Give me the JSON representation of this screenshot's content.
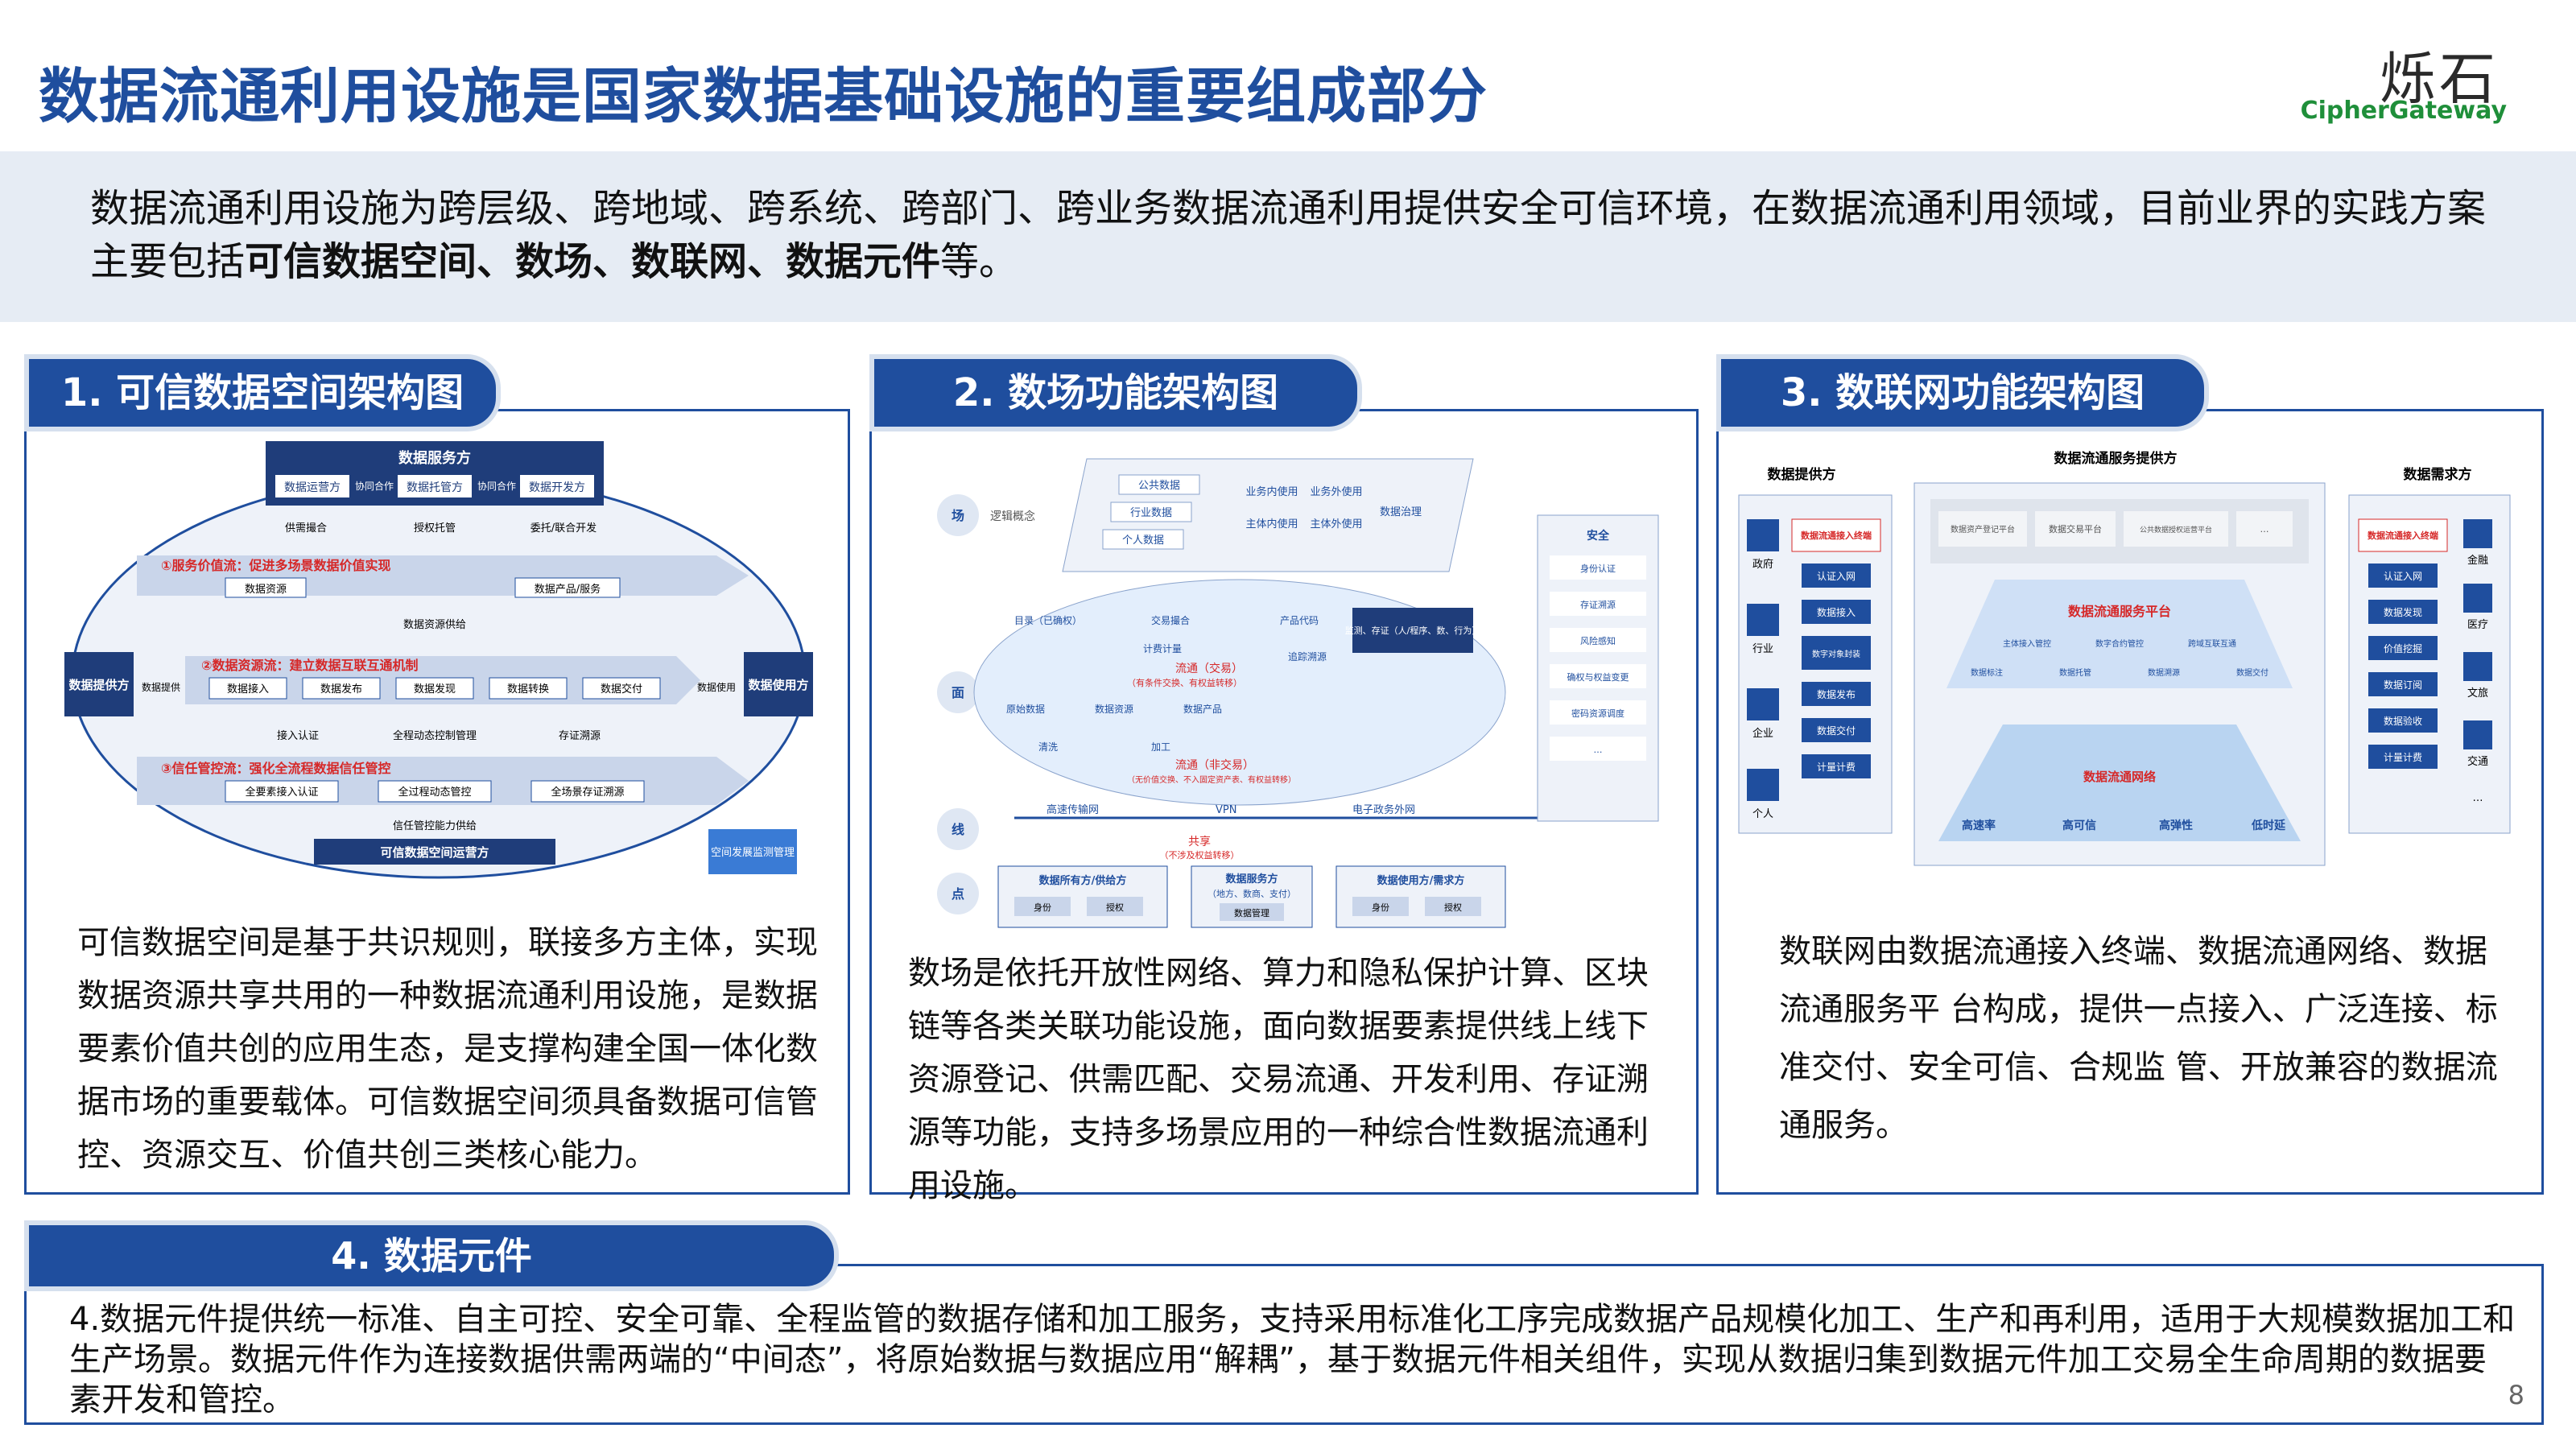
{
  "header": {
    "title": "数据流通利用设施是国家数据基础设施的重要组成部分",
    "logo_cn": "烁石",
    "logo_en": "CipherGateway"
  },
  "intro": {
    "text_a": "数据流通利用设施为跨层级、跨地域、跨系统、跨部门、跨业务数据流通利用提供安全可信环境，在数据流通利用领域，目前业界的实践方案主要包括",
    "bold": "可信数据空间、数场、数联网、数据元件",
    "text_b": "等。"
  },
  "panel1": {
    "title": "1. 可信数据空间架构图",
    "text": "可信数据空间是基于共识规则，联接多方主体，实现数据资源共享共用的一种数据流通利用设施，是数据要素价值共创的应用生态，是支撑构建全国一体化数据市场的重要载体。可信数据空间须具备数据可信管控、资源交互、价值共创三类核心能力。",
    "diagram": {
      "service_party": "数据服务方",
      "ops": "数据运营方",
      "coop1": "协同合作",
      "custody": "数据托管方",
      "coop2": "协同合作",
      "dev": "数据开发方",
      "link1": "供需撮合",
      "link2": "授权托管",
      "link3": "委托/联合开发",
      "value_flow": "①服务价值流：促进多场景数据价值实现",
      "res": "数据资源",
      "prod": "数据产品/服务",
      "supply": "数据资源供给",
      "resource_flow": "②数据资源流：建立数据互联互通机制",
      "provider": "数据提供方",
      "data_provide": "数据提供",
      "steps": [
        "数据接入",
        "数据发布",
        "数据发现",
        "数据转换",
        "数据交付"
      ],
      "data_use": "数据使用",
      "user": "数据使用方",
      "access_auth": "接入认证",
      "dyn_ctrl": "全程动态控制管理",
      "evidence": "存证溯源",
      "trust_flow": "③信任管控流：强化全流程数据信任管控",
      "t1": "全要素接入认证",
      "t2": "全过程动态管控",
      "t3": "全场景存证溯源",
      "trust_supply": "信任管控能力供给",
      "ops_center": "可信数据空间运营方",
      "monitor": "空间发展监测管理"
    }
  },
  "panel2": {
    "title": "2. 数场功能架构图",
    "text": "数场是依托开放性网络、算力和隐私保护计算、区块链等各类关联功能设施，面向数据要素提供线上线下资源登记、供需匹配、交易流通、开发利用、存证溯源等功能，支持多场景应用的一种综合性数据流通利用设施。",
    "diagram": {
      "field": "场",
      "logic": "逻辑概念",
      "face": "面",
      "line": "线",
      "point": "点",
      "pub_data": "公共数据",
      "ind_data": "行业数据",
      "per_data": "个人数据",
      "in_use": "业务内使用",
      "out_use": "业务外使用",
      "in_main": "主体内使用",
      "out_main": "主体外使用",
      "gov": "数据治理",
      "catalog": "目录（已确权）",
      "match": "交易撮合",
      "calc": "计费计量",
      "flow_trade": "流通（交易）",
      "flow_note": "（有条件交换、有权益转移）",
      "prod_pkg": "产品代码",
      "scene": "监测、存证（人/程序、数、行为）",
      "trace": "追踪溯源",
      "raw": "原始数据",
      "res": "数据资源",
      "prod": "数据产品",
      "clean": "清洗",
      "process": "加工",
      "flow_nontrade": "流通（非交易）",
      "flow_nt_note": "（无价值交换、不入固定资产表、有权益转移）",
      "share": "共享",
      "share_note": "（不涉及权益转移）",
      "hsn": "高速传输网",
      "vpn": "VPN",
      "egov": "电子政务外网",
      "owner": "数据所有方/供给方",
      "identity": "身份",
      "auth": "授权",
      "dsp": "数据服务方",
      "dsp_sub": "（地方、数商、支付）",
      "dsp_mgmt": "数据管理",
      "consumer": "数据使用方/需求方",
      "security": "安全",
      "sec_items": [
        "身份认证",
        "存证溯源",
        "风险感知",
        "确权与权益变更",
        "密码资源调度",
        "…"
      ]
    }
  },
  "panel3": {
    "title": "3. 数联网功能架构图",
    "text": "数联网由数据流通接入终端、数据流通网络、数据流通服务平 台构成，提供一点接入、广泛连接、标准交付、安全可信、合规监 管、开放兼容的数据流通服务。",
    "diagram": {
      "supplier": "数据提供方",
      "provider": "数据流通服务提供方",
      "demand": "数据需求方",
      "sup_items": [
        "政府",
        "行业",
        "企业",
        "个人"
      ],
      "terminal": "数据流通接入终端",
      "steps": [
        "认证入网",
        "数据接入",
        "数字对象封装",
        "数据发布",
        "数据交付",
        "计量计费"
      ],
      "top_items": [
        "数据资产登记平台",
        "数据交易平台",
        "公共数据授权运营平台",
        "…"
      ],
      "platform": "数据流通服务平台",
      "plat_row1": [
        "主体接入管控",
        "数字合约管控",
        "跨域互联互通"
      ],
      "plat_row2": [
        "数据标注",
        "数据托管",
        "数据溯源",
        "数据交付"
      ],
      "network": "数据流通网络",
      "net_tags": [
        "高速率",
        "高可信",
        "高弹性",
        "低时延"
      ],
      "dem_steps": [
        "认证入网",
        "数据发现",
        "价值挖掘",
        "数据订阅",
        "数据验收",
        "计量计费"
      ],
      "dem_items": [
        "金融",
        "医疗",
        "文旅",
        "交通",
        "…"
      ]
    }
  },
  "panel4": {
    "title": "4. 数据元件",
    "text": "4.数据元件提供统一标准、自主可控、安全可靠、全程监管的数据存储和加工服务，支持采用标准化工序完成数据产品规模化加工、生产和再利用，适用于大规模数据加工和生产场景。数据元件作为连接数据供需两端的“中间态”，将原始数据与数据应用“解耦”，基于数据元件相关组件，实现从数据归集到数据元件加工交易全生命周期的数据要素开发和管控。"
  },
  "page_number": "8",
  "colors": {
    "brand": "#1f4e9e",
    "accent_red": "#d62828",
    "logo_green": "#1f8f3a"
  }
}
